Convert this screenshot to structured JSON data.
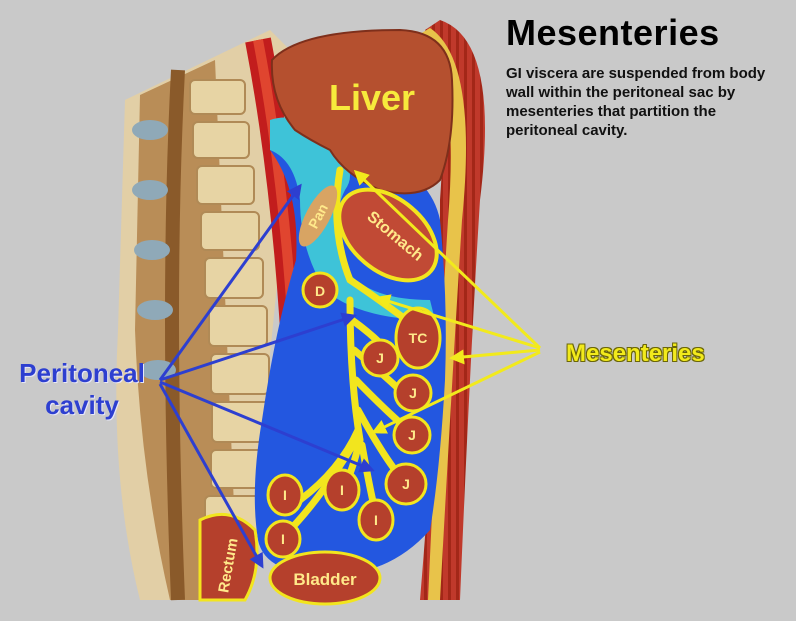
{
  "title": "Mesenteries",
  "description": "GI viscera are suspended from body wall within the peritoneal sac by mesenteries that partition the peritoneal cavity.",
  "labels": {
    "peritoneal_cavity": "Peritoneal cavity",
    "mesenteries": "Mesenteries"
  },
  "organs": {
    "liver": "Liver",
    "stomach": "Stomach",
    "pancreas": "Pan",
    "duodenum": "D",
    "transverse_colon": "TC",
    "jejunum": "J",
    "ileum": "I",
    "rectum": "Rectum",
    "bladder": "Bladder"
  },
  "colors": {
    "background": "#c9c9c9",
    "peritoneal_cavity": "#2357e0",
    "lesser_sac": "#3ec3d8",
    "mesentery": "#f2e51e",
    "organ": "#b8432d",
    "muscle": "#c0392b",
    "bone": "#dcc08c"
  }
}
